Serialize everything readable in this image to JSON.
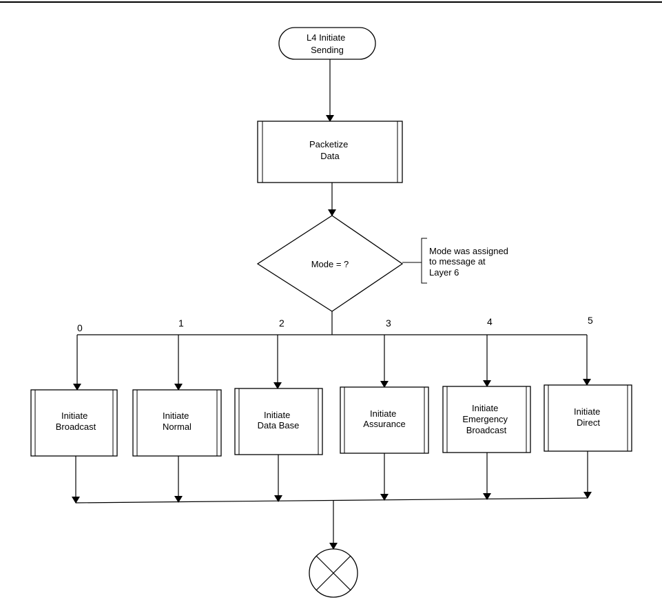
{
  "start": {
    "lines": [
      "L4 Initiate",
      "Sending"
    ]
  },
  "packetize": {
    "lines": [
      "Packetize",
      "Data"
    ]
  },
  "decision": {
    "label": "Mode = ?"
  },
  "annotation": {
    "lines": [
      "Mode was assigned",
      "to message at",
      "Layer 6"
    ]
  },
  "branches": [
    {
      "mode": "0",
      "lines": [
        "Initiate",
        "Broadcast"
      ]
    },
    {
      "mode": "1",
      "lines": [
        "Initiate",
        "Normal"
      ]
    },
    {
      "mode": "2",
      "lines": [
        "Initiate",
        "Data Base"
      ]
    },
    {
      "mode": "3",
      "lines": [
        "Initiate",
        "Assurance"
      ]
    },
    {
      "mode": "4",
      "lines": [
        "Initiate",
        "Emergency",
        "Broadcast"
      ]
    },
    {
      "mode": "5",
      "lines": [
        "Initiate",
        "Direct"
      ]
    }
  ],
  "end": {
    "symbol": "connector-x-icon"
  }
}
